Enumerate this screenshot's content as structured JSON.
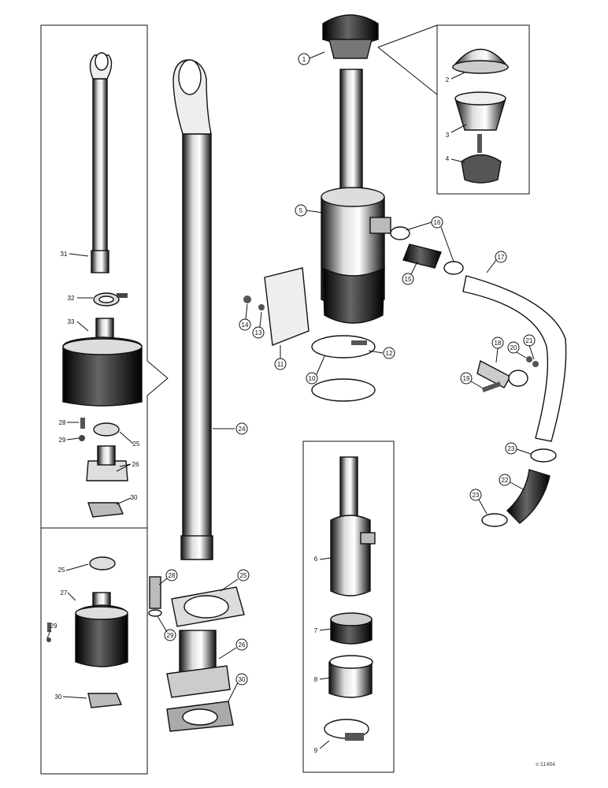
{
  "diagram": {
    "drawing_number": "c-11464",
    "callouts": [
      "1",
      "2",
      "3",
      "4",
      "5",
      "6",
      "7",
      "8",
      "9",
      "10",
      "11",
      "12",
      "13",
      "14",
      "15",
      "16",
      "17",
      "18",
      "19",
      "20",
      "21",
      "22",
      "23",
      "23",
      "24",
      "25",
      "25",
      "26",
      "26",
      "27",
      "28",
      "29",
      "30",
      "31",
      "32",
      "33",
      "25",
      "26",
      "28",
      "29",
      "29",
      "30",
      "30"
    ]
  }
}
